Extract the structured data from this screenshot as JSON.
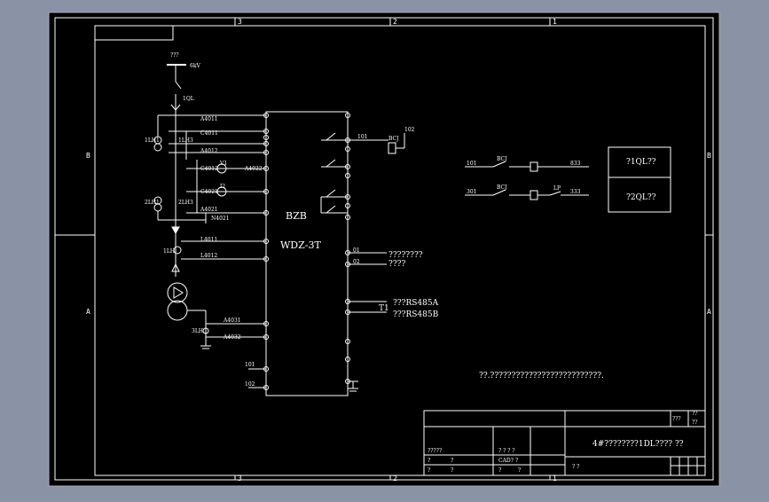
{
  "frame": {
    "top_markers": [
      "3",
      "2",
      "1"
    ],
    "bottom_markers": [
      "3",
      "2",
      "1"
    ],
    "left_markers": [
      "B",
      "A"
    ],
    "right_markers": [
      "B",
      "A"
    ]
  },
  "colors": {
    "background": "#000000",
    "line": "#ffffff",
    "window": "#8a93a6"
  },
  "left_circuit": {
    "bus_label": "???",
    "voltage": "6kV",
    "switch": "1QL",
    "ct1": "1LH1",
    "ct1b": "1LH3",
    "ct2": "2LH1",
    "ct2b": "2LH3",
    "w_a4011": "A4011",
    "w_c4011": "C4011",
    "w_a4012": "A4012",
    "w_c4012": "C4012",
    "w_a4021": "A4021",
    "w_c4021": "C4021",
    "w_a4022": "A4022",
    "w_n4021": "N4021",
    "meter1": "V1",
    "meter2": "I2",
    "l4011": "L4011",
    "l4012": "L4012",
    "pt": "1LH",
    "pt2": "3LH",
    "w_a4031": "A4031",
    "w_a4032": "A4032",
    "term101": "101",
    "term102": "102"
  },
  "device": {
    "name": "BZB",
    "model": "WDZ-3T",
    "out1": "101",
    "out1b": "102",
    "coil": "BCJ",
    "t1": "01",
    "t2": "02",
    "signal_label": "????????",
    "signal_label2": "????",
    "rs_a": "???RS485A",
    "rs_b": "???RS485B",
    "t_label": "T1"
  },
  "control": {
    "row1_left": "101",
    "row1_contact": "BCJ",
    "row1_right": "833",
    "row2_left": "301",
    "row2_contact": "BCJ",
    "row2_mid": "LP",
    "row2_right": "333",
    "box_top": "?1QL??",
    "box_bottom": "?2QL??"
  },
  "note": "??.??????????????????????????.",
  "title_block": {
    "top_right": "???",
    "top_right2": "??",
    "top_right3": "??",
    "drawing_title": "4#????????1DL???? ??",
    "row_a_left": "?????",
    "row_a_mid": "? ? ? ?",
    "row_b_left": "?",
    "row_b_left2": "?",
    "row_b_mid": "CAD? ?",
    "row_c_left": "?",
    "row_c_left2": "?",
    "row_c_mid": "?",
    "row_c_mid2": "?",
    "footer": "? ?"
  }
}
